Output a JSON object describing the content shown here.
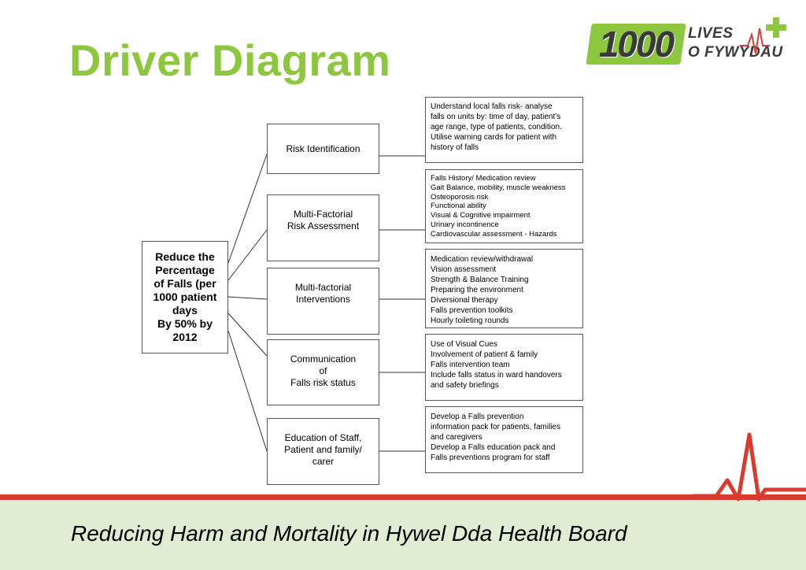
{
  "title": "Driver Diagram",
  "logo": {
    "number": "1000",
    "line1": "LIVES",
    "line2": "O FYWYDAU",
    "accent": "#8dc63f",
    "pulse_color": "#d93c2e"
  },
  "goal": {
    "lines": [
      "Reduce the",
      "Percentage",
      "of Falls (per",
      "1000 patient",
      "days",
      "By 50% by",
      "2012"
    ]
  },
  "drivers": [
    {
      "lines": [
        "Risk Identification"
      ]
    },
    {
      "lines": [
        "Multi-Factorial",
        "Risk Assessment"
      ]
    },
    {
      "lines": [
        "Multi-factorial",
        "Interventions"
      ]
    },
    {
      "lines": [
        "Communication",
        "of",
        "Falls risk status"
      ]
    },
    {
      "lines": [
        "Education of Staff,",
        "Patient and family/",
        "carer"
      ]
    }
  ],
  "changes": [
    {
      "lines": [
        "Understand local falls risk- analyse",
        "falls on units by: time of day, patient’s",
        "age range, type of patients, condition.",
        "Utilise warning cards for patient with",
        "history of falls"
      ]
    },
    {
      "lines": [
        "Falls History/ Medication review",
        "Gait Balance, mobility, muscle weakness",
        "Osteoporosis risk",
        "Functional ability",
        "Visual & Cognitive impairment",
        "Urinary incontinence",
        "Cardiovascular assessment - Hazards"
      ]
    },
    {
      "lines": [
        "Medication review/withdrawal",
        "Vision assessment",
        "Strength & Balance Training",
        "Preparing the environment",
        "Diversional therapy",
        "Falls prevention toolkits",
        "Hourly toileting rounds"
      ]
    },
    {
      "lines": [
        "Use of Visual Cues",
        "Involvement of patient & family",
        "Falls intervention team",
        "Include falls status in ward handovers",
        "and safety briefings"
      ]
    },
    {
      "lines": [
        "Develop a Falls prevention",
        "information pack for patients, families",
        "and caregivers",
        "Develop a Falls education pack and",
        "Falls preventions program for staff"
      ]
    }
  ],
  "footer": {
    "text": "Reducing Harm and Mortality in Hywel Dda Health Board",
    "band_color": "#e1ecd3",
    "rule_color": "#d93c2e"
  },
  "colors": {
    "title": "#8dc63f"
  }
}
